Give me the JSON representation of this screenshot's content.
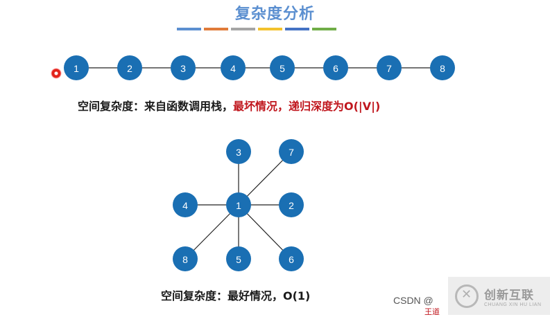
{
  "title": "复杂度分析",
  "color_bar": [
    "#5b8fd0",
    "#e07b39",
    "#a5a5a5",
    "#f3c22e",
    "#4472c4",
    "#70ad47"
  ],
  "chain": {
    "nodes": [
      "1",
      "2",
      "3",
      "4",
      "5",
      "6",
      "7",
      "8"
    ],
    "caption_prefix": "空间复杂度：来自函数调用栈，",
    "caption_highlight": "最坏情况，递归深度为O(|V|)"
  },
  "star": {
    "center": "1",
    "leaves": [
      "3",
      "7",
      "4",
      "2",
      "8",
      "5",
      "6"
    ],
    "caption": "空间复杂度：最好情况，O(1)"
  },
  "watermarks": {
    "csdn": "CSDN @",
    "wangdao": "王道",
    "logo_cn": "创新互联",
    "logo_en": "CHUANG XIN HU LIAN"
  }
}
